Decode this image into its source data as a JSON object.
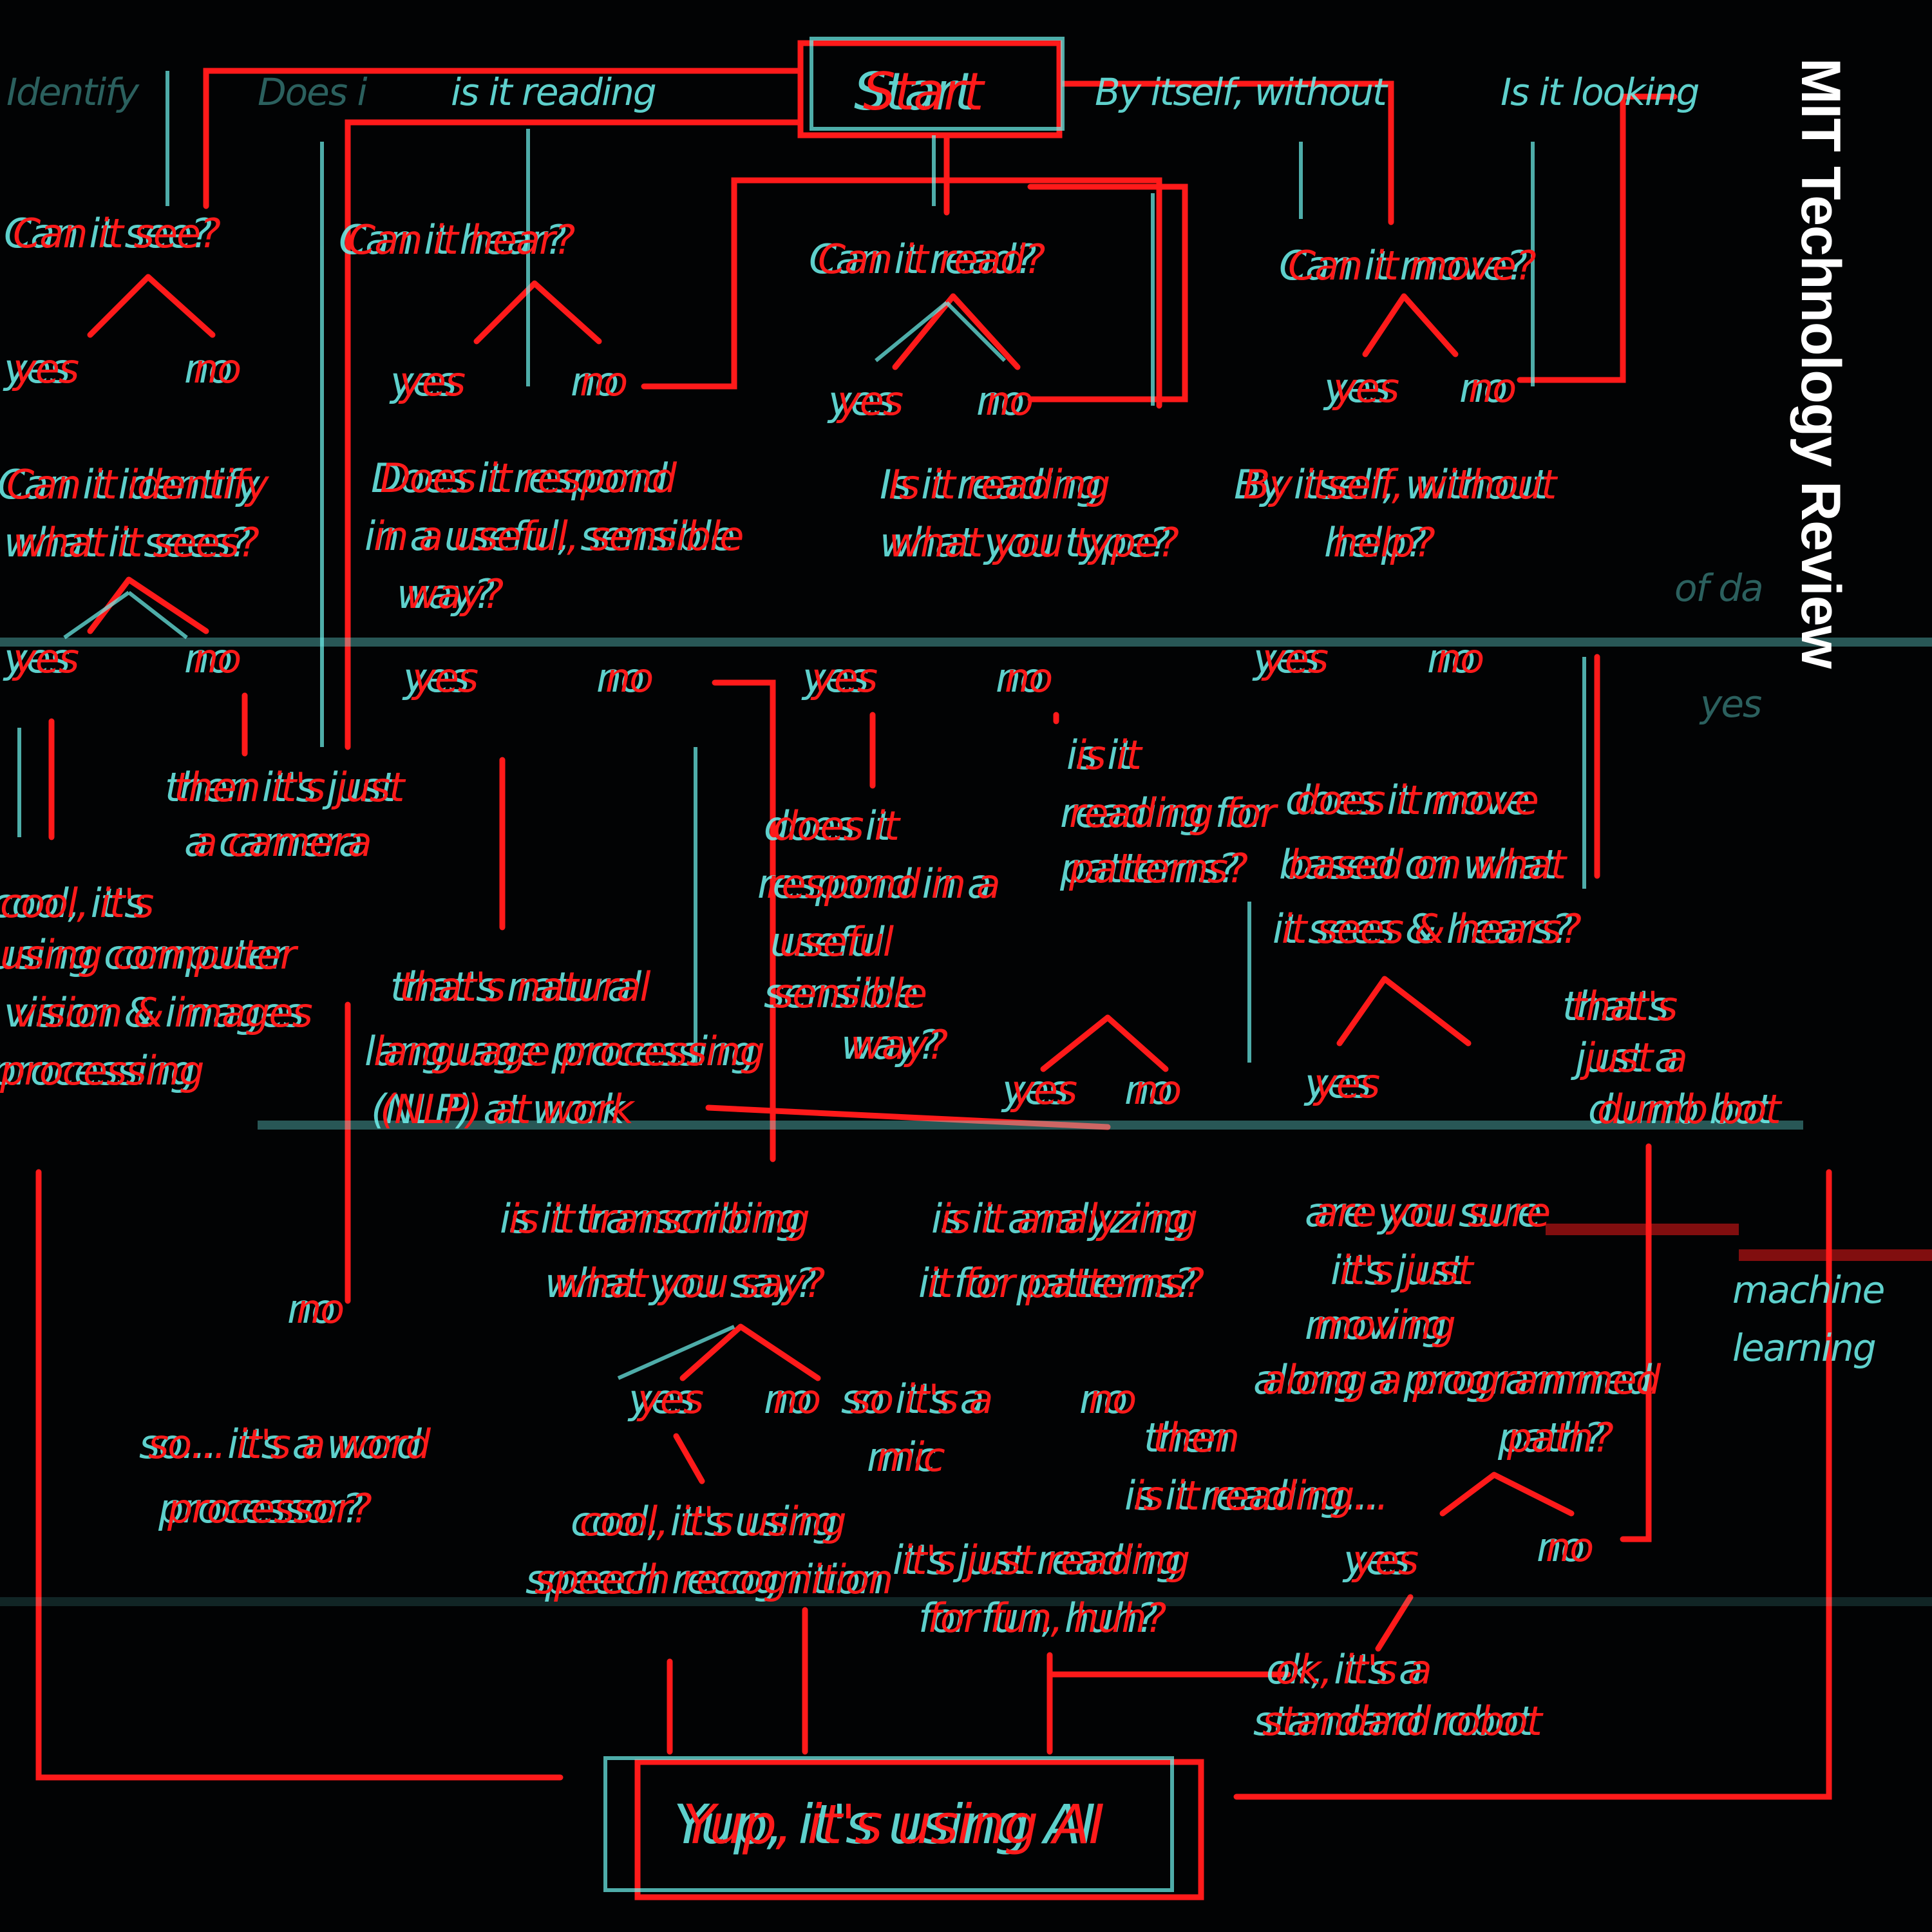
{
  "brand": "MIT Technology Review",
  "colors": {
    "background": "#020304",
    "red_ink": "#ff1a1a",
    "cyan_ink": "#6ff5f0",
    "brand_text": "#ffffff"
  },
  "start": "Start",
  "end": "Yup, it's using AI",
  "see": {
    "question": "Can it see?",
    "yes": "yes",
    "no": "no",
    "identify": [
      "Can it identify",
      "what it sees?"
    ],
    "id_yes": "yes",
    "id_no": "no",
    "camera": [
      "then it's just",
      "a camera"
    ],
    "vision": [
      "cool, it's",
      "using computer",
      "vision & images",
      "processing"
    ]
  },
  "hear": {
    "question": "Can it hear?",
    "yes": "yes",
    "no": "no",
    "respond": [
      "Does it respond",
      "in a useful, sensible",
      "way?"
    ],
    "r_yes": "yes",
    "r_no": "no",
    "nlp": [
      "that's natural",
      "language processing",
      "(NLP) at work"
    ],
    "transcribe": [
      "is it transcribing",
      "what you say?"
    ],
    "t_yes": "yes",
    "t_no": "no",
    "speech": [
      "cool, it's using",
      "speech recognition"
    ],
    "mic": [
      "so it's a",
      "mic"
    ],
    "no_label": "no",
    "word": [
      "so... it's a word",
      "processor?"
    ]
  },
  "read": {
    "question": "Can it read?",
    "yes": "yes",
    "no": "no",
    "typing": [
      "Is it reading",
      "what you type?"
    ],
    "ty_yes": "yes",
    "ty_no": "no",
    "respond": [
      "does it",
      "respond in a",
      "useful",
      "sensible",
      "way?"
    ],
    "patterns": [
      "is it",
      "reading for patterns?"
    ],
    "p_yes": "yes",
    "p_no": "no",
    "analyze": [
      "is it analyzing",
      "it for patterns?"
    ],
    "a_no": "no",
    "then": [
      "then",
      "is it reading..."
    ],
    "fun": [
      "it's just reading",
      "for fun, huh?"
    ]
  },
  "move": {
    "question": "Can it move?",
    "yes": "yes",
    "no": "no",
    "itself": [
      "By itself, without",
      "help?"
    ],
    "i_yes": "yes",
    "i_no": "no",
    "based": [
      "does it move",
      "based on what",
      "it sees & hears?"
    ],
    "b_yes": "yes",
    "dumb": [
      "that's",
      "just a",
      "dumb bot"
    ],
    "sure": [
      "are you sure",
      "it's just",
      "moving",
      "along a programmed",
      "path?"
    ],
    "s_yes": "yes",
    "s_no": "no",
    "robot": [
      "ok, it's a",
      "standard robot"
    ]
  },
  "ghost": {
    "identify": "Identify",
    "does": "Does i",
    "reading": "is it reading",
    "itself": "By itself, without",
    "looking": "Is it looking",
    "of_da": "of da",
    "yes": "yes",
    "ml": [
      "machine",
      "learning"
    ]
  }
}
